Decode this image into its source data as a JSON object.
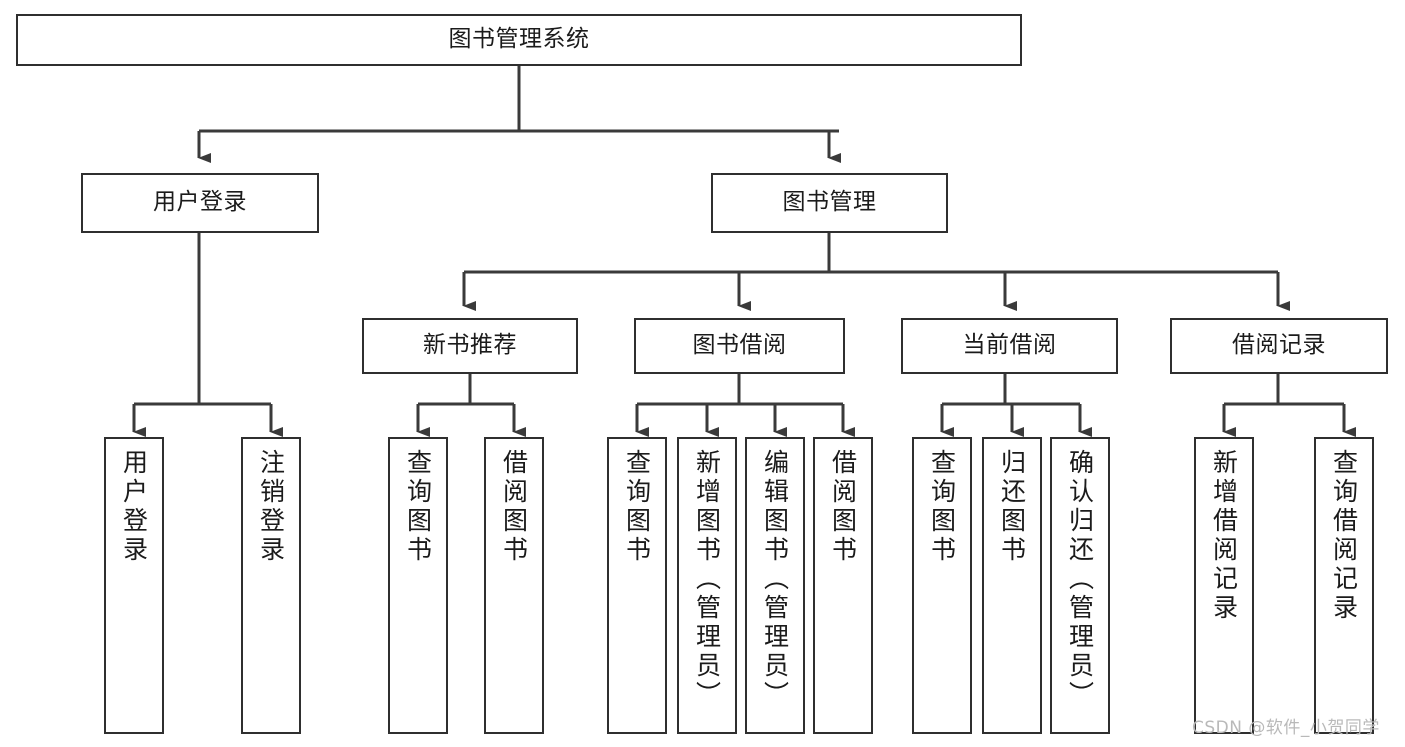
{
  "diagram": {
    "title": "图书管理系统",
    "type": "tree-hierarchy",
    "orientation": "top-down",
    "background_color": "#ffffff",
    "box_border_color": "#2f2f2f",
    "connector_color": "#3a3a3a",
    "text_color": "#1b1b1b"
  },
  "watermark": {
    "text": "CSDN @软件_小贺同学",
    "color": "#b9b9b9"
  },
  "nodes": {
    "root": {
      "label": "图书管理系统",
      "level": 1
    },
    "level2": [
      {
        "id": "user-login",
        "label": "用户登录",
        "level": 2
      },
      {
        "id": "book-manage",
        "label": "图书管理",
        "level": 2
      }
    ],
    "level3": [
      {
        "id": "new-book-recommend",
        "label": "新书推荐",
        "level": 3,
        "parent": "book-manage"
      },
      {
        "id": "book-borrow",
        "label": "图书借阅",
        "level": 3,
        "parent": "book-manage"
      },
      {
        "id": "current-borrow",
        "label": "当前借阅",
        "level": 3,
        "parent": "book-manage"
      },
      {
        "id": "borrow-record",
        "label": "借阅记录",
        "level": 3,
        "parent": "book-manage"
      }
    ],
    "leaves": [
      {
        "id": "leaf-user-login",
        "label": "用户登录",
        "parent": "user-login"
      },
      {
        "id": "leaf-user-logout",
        "label": "注销登录",
        "parent": "user-login"
      },
      {
        "id": "leaf-query-book-1",
        "label": "查询图书",
        "parent": "new-book-recommend"
      },
      {
        "id": "leaf-borrow-book-1",
        "label": "借阅图书",
        "parent": "new-book-recommend"
      },
      {
        "id": "leaf-query-book-2",
        "label": "查询图书",
        "parent": "book-borrow"
      },
      {
        "id": "leaf-add-book",
        "label": "新增图书（管理员）",
        "parent": "book-borrow"
      },
      {
        "id": "leaf-edit-book",
        "label": "编辑图书（管理员）",
        "parent": "book-borrow"
      },
      {
        "id": "leaf-borrow-book-2",
        "label": "借阅图书",
        "parent": "book-borrow"
      },
      {
        "id": "leaf-query-book-3",
        "label": "查询图书",
        "parent": "current-borrow"
      },
      {
        "id": "leaf-return-book",
        "label": "归还图书",
        "parent": "current-borrow"
      },
      {
        "id": "leaf-confirm-return",
        "label": "确认归还（管理员）",
        "parent": "current-borrow"
      },
      {
        "id": "leaf-add-record",
        "label": "新增借阅记录",
        "parent": "borrow-record"
      },
      {
        "id": "leaf-query-record",
        "label": "查询借阅记录",
        "parent": "borrow-record"
      }
    ]
  }
}
